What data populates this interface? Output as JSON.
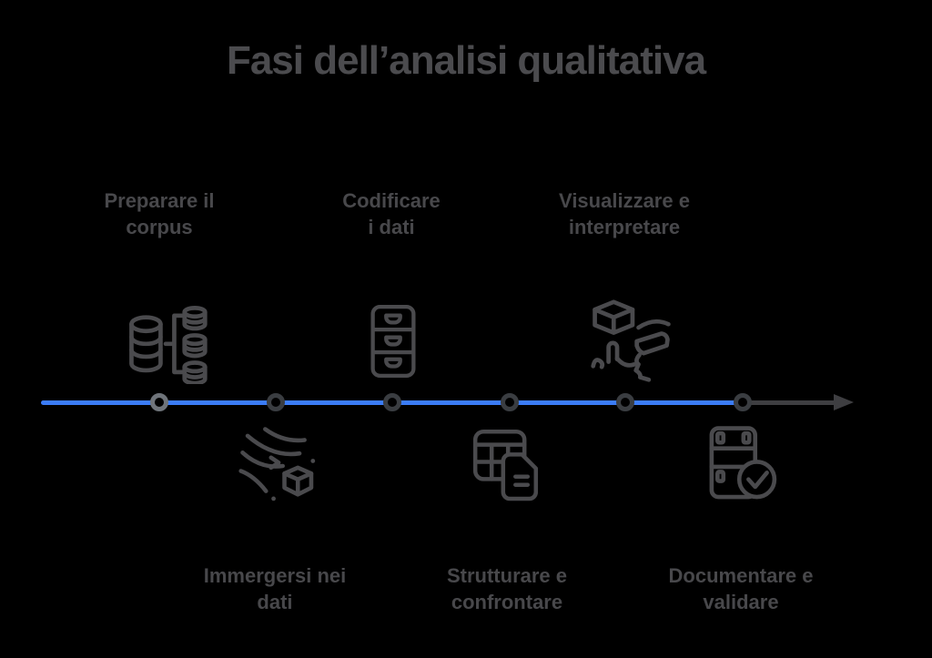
{
  "title": "Fasi dell’analisi qualitativa",
  "phases": [
    {
      "id": "preparare-il-corpus",
      "line1": "Preparare il",
      "line2": "corpus",
      "side": "top",
      "icon": "databases-tree-icon"
    },
    {
      "id": "immergersi-nei-dati",
      "line1": "Immergersi nei",
      "line2": "dati",
      "side": "bottom",
      "icon": "flow-lines-cube-icon"
    },
    {
      "id": "codificare-i-dati",
      "line1": "Codificare",
      "line2": "i dati",
      "side": "top",
      "icon": "drawer-cabinet-icon"
    },
    {
      "id": "strutturare-e-confrontare",
      "line1": "Strutturare e",
      "line2": "confrontare",
      "side": "bottom",
      "icon": "table-document-icon"
    },
    {
      "id": "visualizzare-e-interpretare",
      "line1": "Visualizzare e",
      "line2": "interpretare",
      "side": "top",
      "icon": "cube-hand-face-icon"
    },
    {
      "id": "documentare-e-validare",
      "line1": "Documentare e",
      "line2": "validare",
      "side": "bottom",
      "icon": "film-strip-check-icon"
    }
  ],
  "timeline": {
    "stage_count": 6,
    "active_line_color": "#3b7cf7",
    "rest_line_color": "#3e3e41",
    "dot_ring_color": "#3a3d41",
    "first_dot_ring_color": "#6f747a",
    "text_color": "#48484b",
    "icon_color": "#4a4a4d",
    "background_color": "#000000"
  }
}
